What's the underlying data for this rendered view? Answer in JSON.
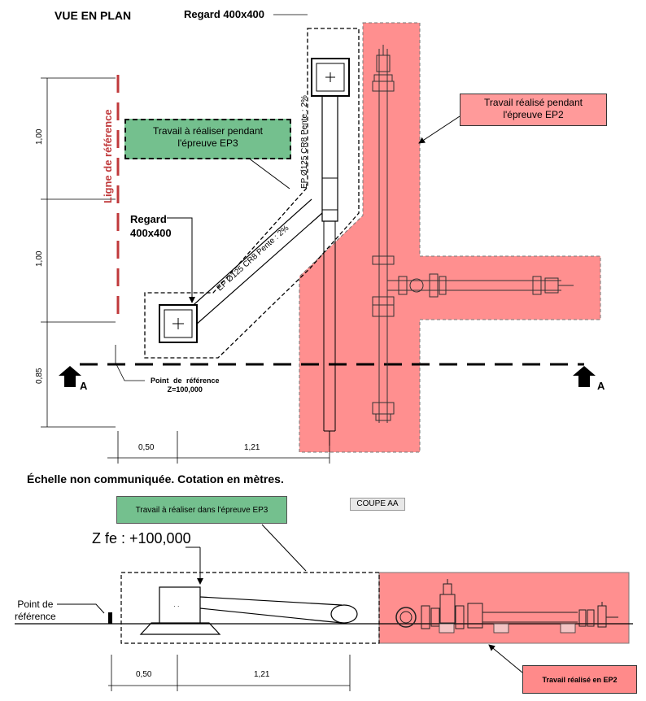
{
  "plan": {
    "title": "VUE EN PLAN",
    "regard_top": "Regard 400x400",
    "regard_left_l1": "Regard",
    "regard_left_l2": "400x400",
    "ligne_reference": "Ligne de référence",
    "green_note_l1": "Travail à réaliser pendant",
    "green_note_l2": "l'épreuve EP3",
    "pink_note_l1": "Travail réalisé pendant",
    "pink_note_l2": "l'épreuve EP2",
    "pipe_vertical": "EP Ø125 CR8  Pente : 2%",
    "pipe_diagonal": "EP Ø125 CR8 Pente : 2%",
    "point_ref_l1": "Point  de  référence",
    "point_ref_l2": "Z=100,000",
    "section_marker": "A",
    "dim_v1": "1,00",
    "dim_v2": "1,00",
    "dim_v3": "0,85",
    "dim_h1": "0,50",
    "dim_h2": "1,21"
  },
  "scale_note": "Échelle non communiquée. Cotation en mètres.",
  "coupe": {
    "title": "COUPE AA",
    "green_note": "Travail à réaliser dans l'épreuve EP3",
    "z_fe": "Z fe : +100,000",
    "point_ref_l1": "Point de",
    "point_ref_l2": "référence",
    "pink_note": "Travail réalisé en EP2",
    "dim_h1": "0,50",
    "dim_h2": "1,21"
  },
  "colors": {
    "pink_zone": "#ff8f8f",
    "green_zone": "#74c08e",
    "reference_line": "#c0393b"
  }
}
